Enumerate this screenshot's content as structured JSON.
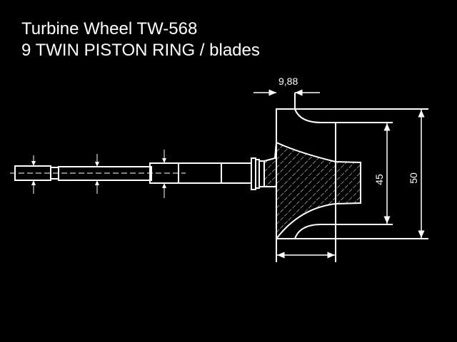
{
  "title": {
    "line1": "Turbine Wheel TW-568",
    "line2": "9 TWIN PISTON RING / blades"
  },
  "dimensions": {
    "hub_width": "9,88",
    "inner_diameter": "45",
    "outer_diameter": "50"
  },
  "colors": {
    "background": "#000000",
    "lines": "#ffffff"
  }
}
